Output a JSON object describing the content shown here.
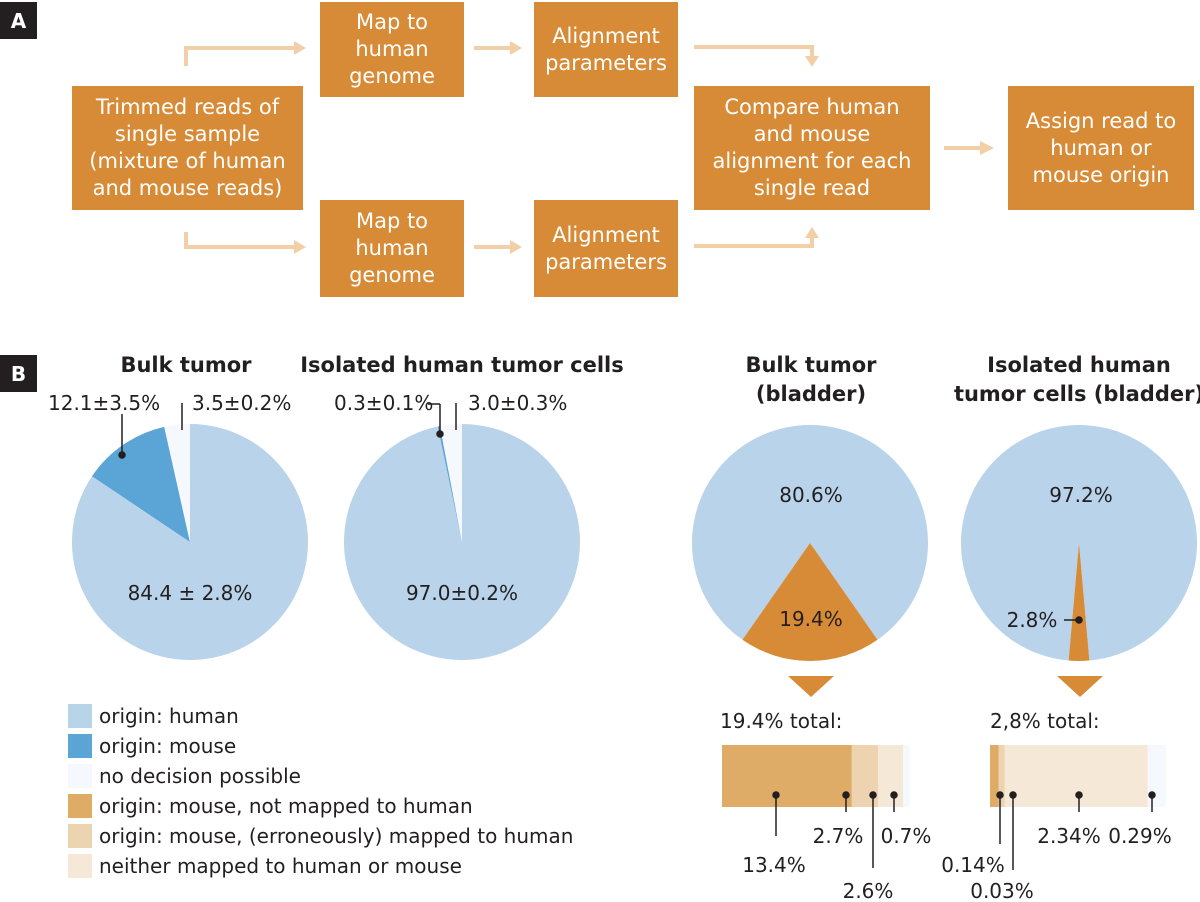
{
  "panel_a": {
    "label": "A",
    "boxes": [
      {
        "id": "trimmed",
        "lines": [
          "Trimmed reads of",
          "single sample",
          "(mixture of human",
          "and mouse reads)"
        ]
      },
      {
        "id": "map-top",
        "lines": [
          "Map to",
          "human",
          "genome"
        ]
      },
      {
        "id": "align-top",
        "lines": [
          "Alignment",
          "parameters"
        ]
      },
      {
        "id": "map-bottom",
        "lines": [
          "Map to",
          "human",
          "genome"
        ]
      },
      {
        "id": "align-bottom",
        "lines": [
          "Alignment",
          "parameters"
        ]
      },
      {
        "id": "compare",
        "lines": [
          "Compare human",
          "and mouse",
          "alignment for each",
          "single read"
        ]
      },
      {
        "id": "assign",
        "lines": [
          "Assign read to",
          "human or",
          "mouse origin"
        ]
      }
    ]
  },
  "panel_b": {
    "label": "B",
    "colors": {
      "human": "#b8d3ea",
      "mouse": "#5ba4d6",
      "no_decision": "#f5f9fd",
      "mouse_not_mapped": "#dfac67",
      "mouse_mapped": "#eed3b0",
      "neither": "#f6e8d6",
      "bladder_mouse": "#d88b36",
      "arrow": "#d88b36"
    },
    "charts": [
      {
        "id": "bulk",
        "title_lines": [
          "Bulk tumor"
        ],
        "labels": {
          "human": "84.4 ± 2.8%",
          "mouse": "12.1±3.5%",
          "no_decision": "3.5±0.2%"
        }
      },
      {
        "id": "isolated",
        "title_lines": [
          "Isolated human tumor cells"
        ],
        "labels": {
          "human": "97.0±0.2%",
          "mouse": "0.3±0.1%",
          "no_decision": "3.0±0.3%"
        }
      },
      {
        "id": "bulk-bladder",
        "title_lines": [
          "Bulk tumor",
          "(bladder)"
        ],
        "labels": {
          "human": "80.6%",
          "mouse": "19.4%"
        },
        "total_label": "19.4% total:",
        "bar_labels": [
          "13.4%",
          "2.7%",
          "2.6%",
          "0.7%"
        ]
      },
      {
        "id": "isolated-bladder",
        "title_lines": [
          "Isolated human",
          "tumor cells (bladder)"
        ],
        "labels": {
          "human": "97.2%",
          "mouse": "2.8%"
        },
        "total_label": "2,8% total:",
        "bar_labels": [
          "0.14%",
          "0.03%",
          "2.34%",
          "0.29%"
        ]
      }
    ],
    "legend": [
      {
        "key": "human",
        "label": "origin: human"
      },
      {
        "key": "mouse",
        "label": "origin: mouse"
      },
      {
        "key": "no_decision",
        "label": "no decision possible"
      },
      {
        "key": "mouse_not_mapped",
        "label": "origin: mouse, not mapped to human"
      },
      {
        "key": "mouse_mapped",
        "label": "origin: mouse, (erroneously) mapped to human"
      },
      {
        "key": "neither",
        "label": "neither mapped to human or mouse"
      }
    ]
  },
  "chart_data": [
    {
      "type": "pie",
      "title": "Bulk tumor",
      "categories": [
        "origin: human",
        "origin: mouse",
        "no decision possible"
      ],
      "values": [
        84.4,
        12.1,
        3.5
      ],
      "errors": [
        2.8,
        3.5,
        0.2
      ]
    },
    {
      "type": "pie",
      "title": "Isolated human tumor cells",
      "categories": [
        "origin: human",
        "origin: mouse",
        "no decision possible"
      ],
      "values": [
        97.0,
        0.3,
        3.0
      ],
      "errors": [
        0.2,
        0.1,
        0.3
      ]
    },
    {
      "type": "pie",
      "title": "Bulk tumor (bladder)",
      "categories": [
        "origin: human",
        "origin: mouse"
      ],
      "values": [
        80.6,
        19.4
      ],
      "breakdown": {
        "total": 19.4,
        "categories": [
          "origin: mouse, not mapped to human",
          "origin: mouse, (erroneously) mapped to human",
          "neither mapped to human or mouse",
          "no decision possible"
        ],
        "values": [
          13.4,
          2.7,
          2.6,
          0.7
        ]
      }
    },
    {
      "type": "pie",
      "title": "Isolated human tumor cells (bladder)",
      "categories": [
        "origin: human",
        "origin: mouse"
      ],
      "values": [
        97.2,
        2.8
      ],
      "breakdown": {
        "total": 2.8,
        "categories": [
          "origin: mouse, not mapped to human",
          "origin: mouse, (erroneously) mapped to human",
          "neither mapped to human or mouse",
          "no decision possible"
        ],
        "values": [
          0.14,
          0.03,
          2.34,
          0.29
        ]
      }
    }
  ]
}
